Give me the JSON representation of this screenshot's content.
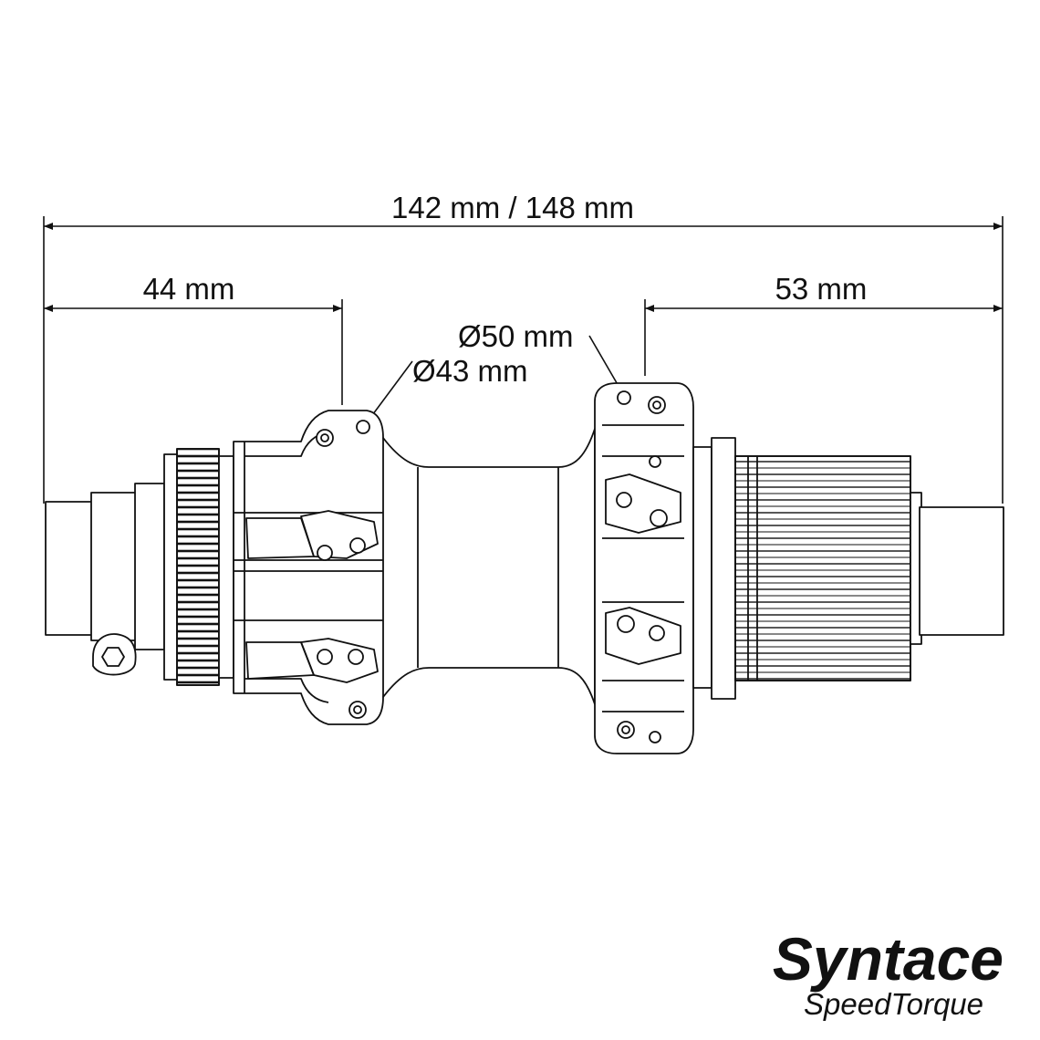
{
  "dimensions": {
    "overall": "142 mm / 148 mm",
    "left_flange": "44 mm",
    "right_flange": "53 mm",
    "diameter_right": "Ø50 mm",
    "diameter_left": "Ø43 mm"
  },
  "logo": {
    "brand": "Syntace",
    "product": "SpeedTorque"
  },
  "colors": {
    "line": "#111111",
    "background": "#ffffff"
  }
}
